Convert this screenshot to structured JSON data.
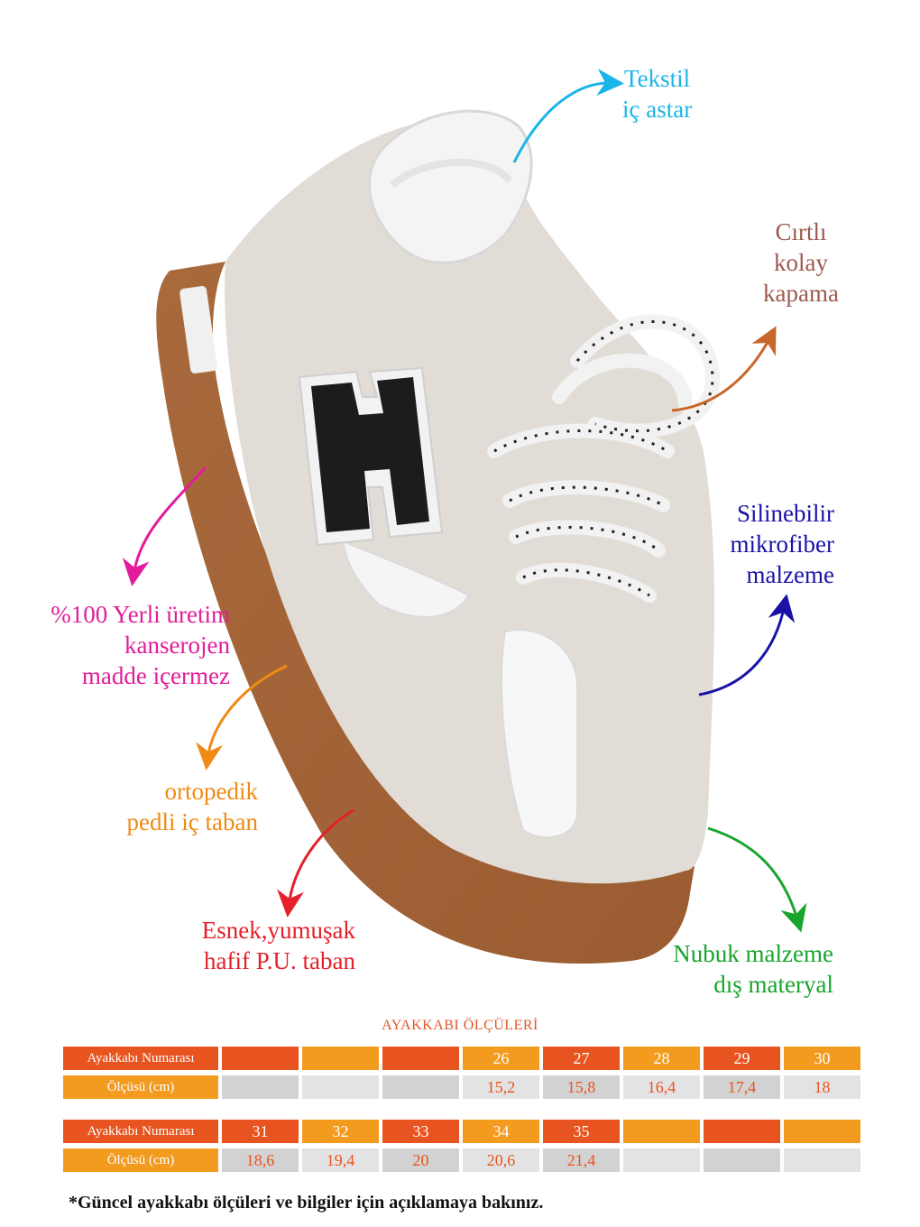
{
  "colors": {
    "cyan": "#1ab5e8",
    "brown_label": "#9b5a4e",
    "orange_arrow": "#c8662c",
    "navy": "#1a12a8",
    "magenta": "#e21c9a",
    "orange": "#f08a14",
    "red": "#e5202a",
    "green": "#17a52c",
    "table_orange": "#e8541f",
    "table_yellow": "#f29b1f",
    "table_gray": "#d2d2d2"
  },
  "features": {
    "tekstil": [
      "Tekstil",
      "iç astar"
    ],
    "cirtli": [
      "Cırtlı",
      "kolay",
      "kapama"
    ],
    "silinebilir": [
      "Silinebilir",
      "mikrofiber",
      "malzeme"
    ],
    "yerli": [
      "%100 Yerli üretim",
      "kanserojen",
      "madde içermez"
    ],
    "ortopedik": [
      "ortopedik",
      "pedli iç taban"
    ],
    "esnek": [
      "Esnek,yumuşak",
      "hafif P.U. taban"
    ],
    "nubuk": [
      "Nubuk malzeme",
      "dış materyal"
    ]
  },
  "size_chart": {
    "title": "AYAKKABI ÖLÇÜLERİ",
    "row_label_size": "Ayakkabı Numarası",
    "row_label_length": "Ölçüsü (cm)",
    "table1": {
      "sizes": [
        "",
        "",
        "",
        "26",
        "27",
        "28",
        "29",
        "30"
      ],
      "lengths": [
        "",
        "",
        "",
        "15,2",
        "15,8",
        "16,4",
        "17,4",
        "18"
      ]
    },
    "table2": {
      "sizes": [
        "31",
        "32",
        "33",
        "34",
        "35",
        "",
        "",
        ""
      ],
      "lengths": [
        "18,6",
        "19,4",
        "20",
        "20,6",
        "21,4",
        "",
        "",
        ""
      ]
    }
  },
  "footnote": "*Güncel ayakkabı ölçüleri ve bilgiler için açıklamaya bakınız."
}
